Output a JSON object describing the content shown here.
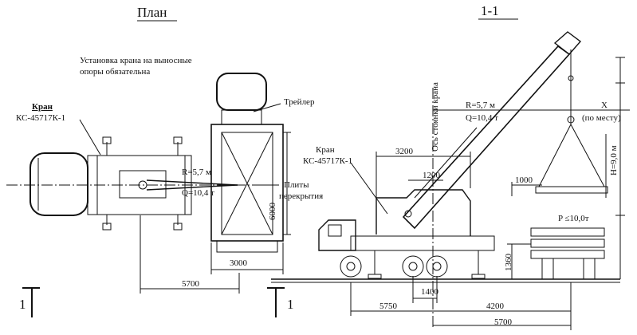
{
  "plan": {
    "title": "План",
    "note_line1": "Установка крана на выносные",
    "note_line2": "опоры обязательна",
    "crane_label": "Кран",
    "crane_model": "КС-45717К-1",
    "trailer_label": "Трейлер",
    "radius_label": "R=5,7 м",
    "capacity_label": "Q=10,4 т",
    "slabs_line1": "Плиты",
    "slabs_line2": "перекрытия",
    "dim_6000": "6000",
    "dim_3000": "3000",
    "dim_5700": "5700",
    "section_mark_left": "1",
    "section_mark_right": "1"
  },
  "section": {
    "title": "1-1",
    "crane_label": "Кран",
    "crane_model": "КС-45717К-1",
    "crane_axis_label": "Ось стоянки крана",
    "radius_label": "R=5,7 м",
    "capacity_label": "Q=10,4 т",
    "x_label": "X",
    "x_note": "(по месту)",
    "height_label": "H=9,0 м",
    "load_label": "P ≤10,0т",
    "dim_3200": "3200",
    "dim_1200": "1200",
    "dim_1000": "1000",
    "dim_1360": "1360",
    "dim_1400": "1400",
    "dim_5750": "5750",
    "dim_4200": "4200",
    "dim_5700": "5700"
  }
}
